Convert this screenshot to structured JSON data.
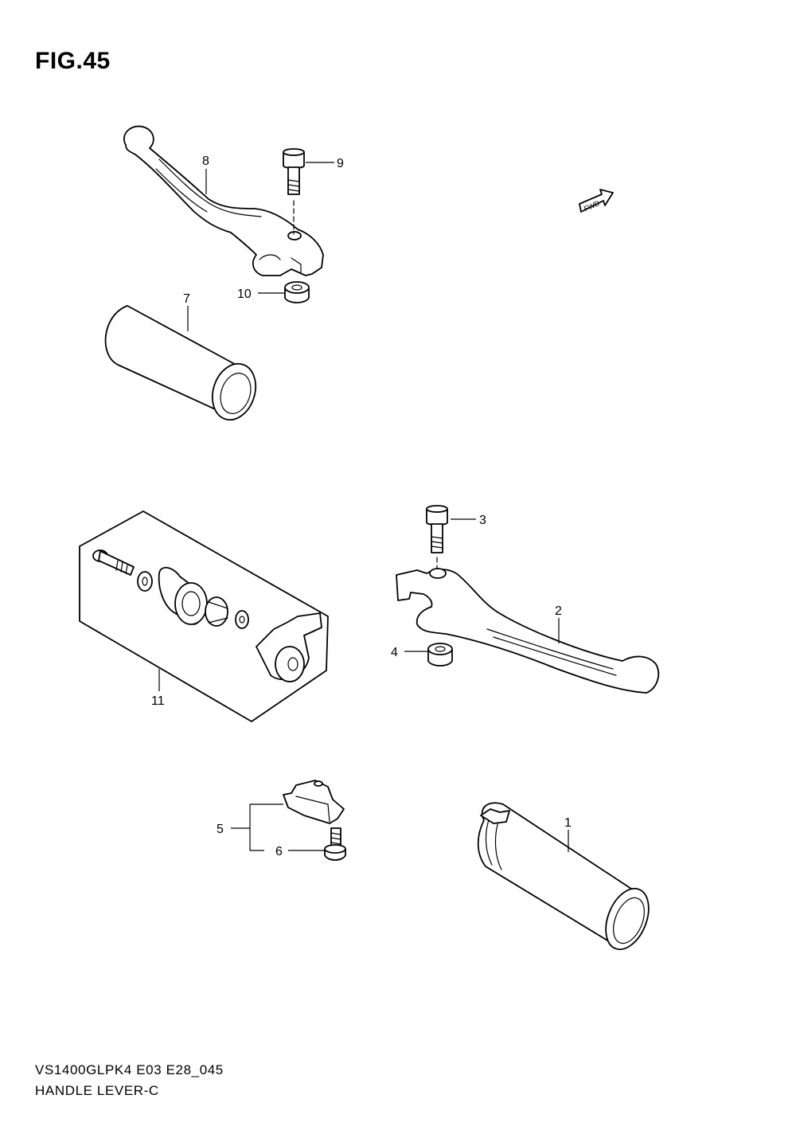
{
  "figure": {
    "title": "FIG.45"
  },
  "footer": {
    "model_code": "VS1400GLPK4 E03 E28_045",
    "section_name": "HANDLE LEVER-C"
  },
  "fwd_badge": {
    "label": "FWD"
  },
  "callouts": {
    "c1": "1",
    "c2": "2",
    "c3": "3",
    "c4": "4",
    "c5": "5",
    "c6": "6",
    "c7": "7",
    "c8": "8",
    "c9": "9",
    "c10": "10",
    "c11": "11"
  }
}
